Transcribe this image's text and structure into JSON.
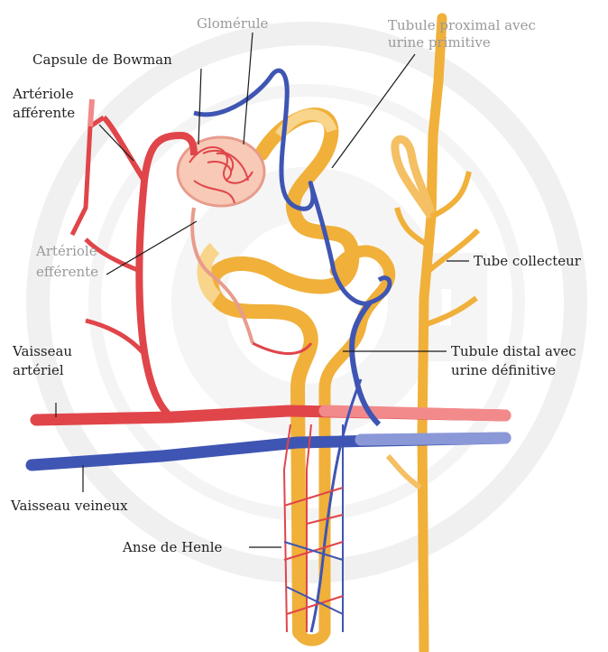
{
  "labels": {
    "glomerule": "Glomérule",
    "tubule_proximal_1": "Tubule proximal avec",
    "tubule_proximal_2": "urine primitive",
    "capsule_bowman": "Capsule de Bowman",
    "arteriole_afferente_1": "Artériole",
    "arteriole_afferente_2": "afférente",
    "arteriole_efferente_1": "Artériole",
    "arteriole_efferente_2": "efférente",
    "tube_collecteur": "Tube collecteur",
    "vaisseau_arteriel_1": "Vaisseau",
    "vaisseau_arteriel_2": "artériel",
    "tubule_distal_1": "Tubule distal avec",
    "tubule_distal_2": "urine définitive",
    "vaisseau_veineux": "Vaisseau veineux",
    "anse_henle": "Anse de Henle"
  },
  "colors": {
    "artery": "#e0454a",
    "artery_light": "#f28a8c",
    "vein": "#3f55b3",
    "vein_light": "#8b98d8",
    "tubule": "#f0b03a",
    "tubule_light": "#f8d58a",
    "watermark": "#e9e9e9"
  }
}
